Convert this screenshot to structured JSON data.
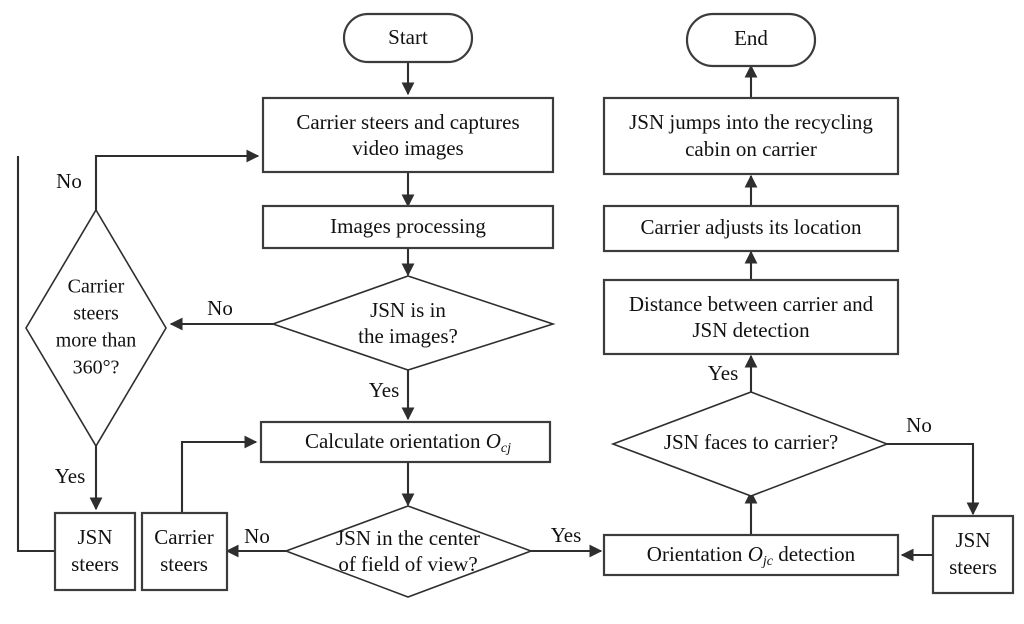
{
  "diagram": {
    "title": "JSN recycling flowchart",
    "background_color": "#ffffff",
    "line_color": "#2e2e2e",
    "text_color": "#111111",
    "nodes": {
      "start": {
        "label": "Start",
        "shape": "terminator"
      },
      "end": {
        "label": "End",
        "shape": "terminator"
      },
      "carrier_capture": {
        "line1": "Carrier steers and captures",
        "line2": "video images",
        "shape": "process"
      },
      "images_processing": {
        "label": "Images processing",
        "shape": "process"
      },
      "jsn_in_images": {
        "line1": "JSN is in",
        "line2": "the images?",
        "shape": "decision"
      },
      "carrier_360": {
        "line1": "Carrier",
        "line2": "steers",
        "line3": "more than",
        "line4": "360°?",
        "shape": "decision"
      },
      "calculate_orientation": {
        "prefix": "Calculate orientation ",
        "symbol": "O",
        "subscript": "cj",
        "shape": "process"
      },
      "jsn_center_fov": {
        "line1": "JSN in the center",
        "line2": "of field of view?",
        "shape": "decision"
      },
      "jsn_steers_left": {
        "line1": "JSN",
        "line2": "steers",
        "shape": "process"
      },
      "carrier_steers_left": {
        "line1": "Carrier",
        "line2": "steers",
        "shape": "process"
      },
      "orientation_detection": {
        "prefix": "Orientation ",
        "symbol": "O",
        "subscript": "jc",
        "suffix": " detection",
        "shape": "process"
      },
      "jsn_steers_right": {
        "line1": "JSN",
        "line2": "steers",
        "shape": "process"
      },
      "jsn_faces_carrier": {
        "label": "JSN faces to carrier?",
        "shape": "decision"
      },
      "distance_detection": {
        "line1": "Distance between carrier and",
        "line2": "JSN detection",
        "shape": "process"
      },
      "carrier_adjusts": {
        "label": "Carrier adjusts its location",
        "shape": "process"
      },
      "jsn_jumps": {
        "line1": "JSN jumps into the recycling",
        "line2": "cabin on carrier",
        "shape": "process"
      }
    },
    "edge_labels": {
      "no_top_left": "No",
      "no_images_to_360": "No",
      "yes_images_to_calc": "Yes",
      "yes_360_to_jsn_steers": "Yes",
      "no_fov_to_carrier_steers": "No",
      "yes_fov_to_orientation": "Yes",
      "no_faces_to_jsn_steers": "No",
      "yes_faces_to_distance": "Yes"
    }
  }
}
